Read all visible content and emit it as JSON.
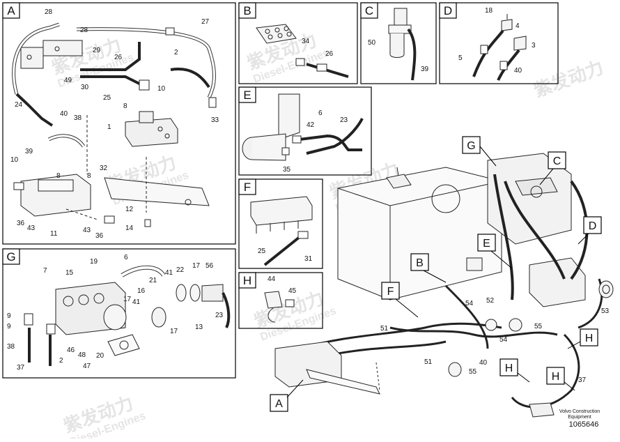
{
  "watermark": {
    "cn": "紫发动力",
    "en": "Diesel-Engines"
  },
  "panels": {
    "A": {
      "letter": "A",
      "labels": [
        "28",
        "28",
        "49",
        "29",
        "26",
        "30",
        "25",
        "27",
        "2",
        "10",
        "8",
        "33",
        "24",
        "40",
        "38",
        "1",
        "39",
        "10",
        "8",
        "8",
        "32",
        "36",
        "43",
        "11",
        "12",
        "43",
        "36",
        "14"
      ]
    },
    "B": {
      "letter": "B",
      "labels": [
        "34",
        "26"
      ]
    },
    "C": {
      "letter": "C",
      "labels": [
        "50",
        "39"
      ]
    },
    "D": {
      "letter": "D",
      "labels": [
        "18",
        "4",
        "3",
        "5",
        "40"
      ]
    },
    "E": {
      "letter": "E",
      "labels": [
        "6",
        "23",
        "42",
        "35"
      ]
    },
    "F": {
      "letter": "F",
      "labels": [
        "25",
        "31"
      ]
    },
    "G": {
      "letter": "G",
      "labels": [
        "7",
        "15",
        "19",
        "6",
        "41",
        "22",
        "17",
        "56",
        "21",
        "41",
        "16",
        "17",
        "9",
        "9",
        "38",
        "37",
        "46",
        "48",
        "47",
        "2",
        "20",
        "17",
        "13",
        "23"
      ]
    },
    "H": {
      "letter": "H",
      "labels": [
        "44",
        "45"
      ]
    }
  },
  "main": {
    "letters": [
      "G",
      "C",
      "D",
      "E",
      "B",
      "F",
      "H",
      "H",
      "H",
      "A"
    ],
    "labels": [
      "52",
      "54",
      "55",
      "54",
      "51",
      "51",
      "40",
      "55",
      "53",
      "37"
    ],
    "footer_line1": "Volvo Construction",
    "footer_line2": "Equipment",
    "drawing_number": "1065646"
  }
}
